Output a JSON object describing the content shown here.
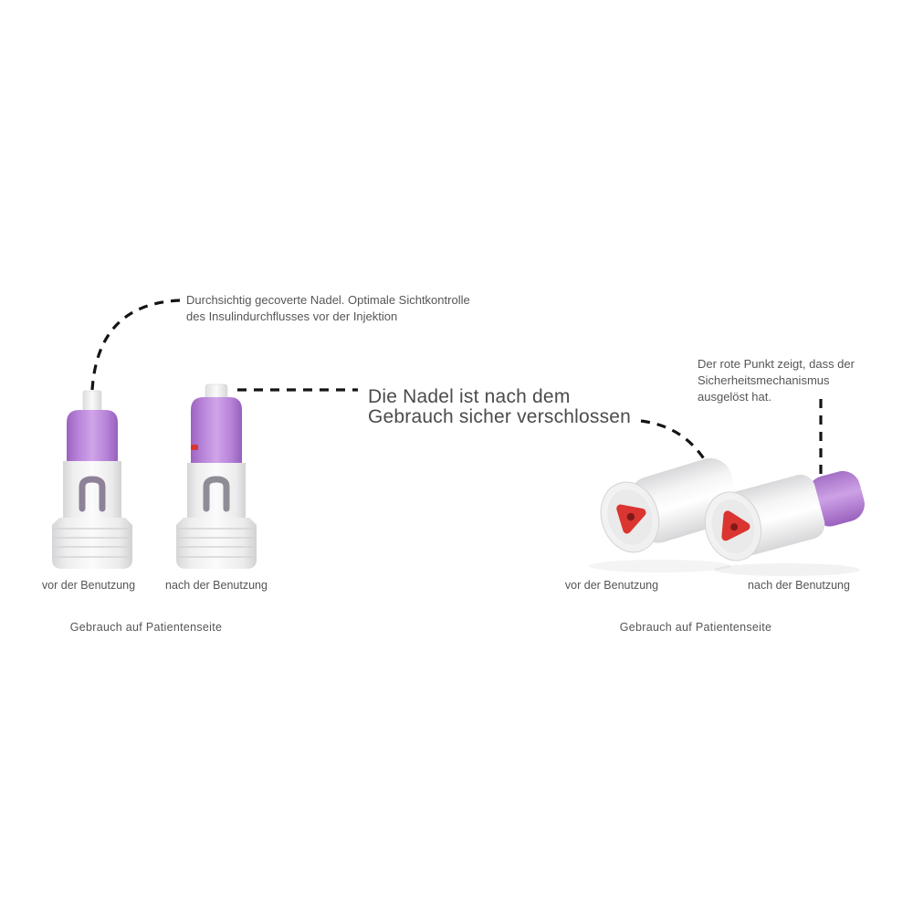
{
  "colors": {
    "purple": "#b57fd6",
    "red": "#da3531",
    "text_dark": "#4b4b4b",
    "text_gray": "#565656"
  },
  "left_figure": {
    "callout_line1": "Durchsichtig gecoverte Nadel. Optimale Sichtkontrolle",
    "callout_line2": "des Insulindurchflusses vor der Injektion",
    "label_before": "vor der Benutzung",
    "label_after": "nach der Benutzung",
    "caption": "Gebrauch auf Patientenseite"
  },
  "headline": {
    "line1": "Die Nadel ist nach dem",
    "line2": "Gebrauch sicher verschlossen"
  },
  "right_figure": {
    "callout_line1": "Der rote Punkt zeigt, dass der",
    "callout_line2": "Sicherheitsmechanismus",
    "callout_line3": "ausgelöst hat.",
    "label_before": "vor der Benutzung",
    "label_after": "nach der Benutzung",
    "caption": "Gebrauch auf Patientenseite"
  }
}
